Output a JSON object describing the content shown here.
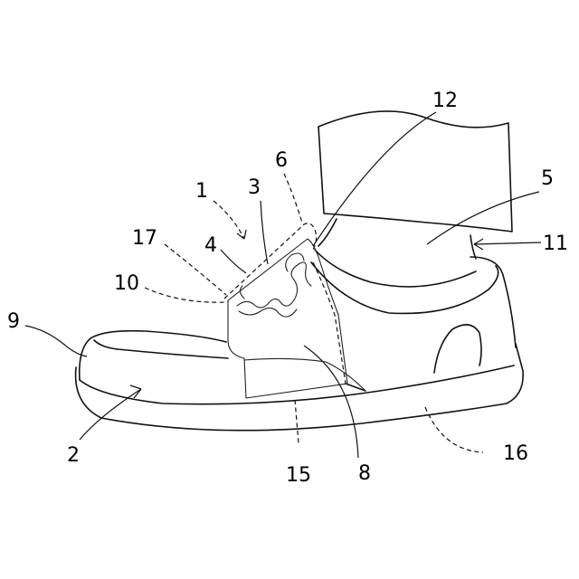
{
  "refs": [
    {
      "id": "r1",
      "text": "1"
    },
    {
      "id": "r2",
      "text": "2"
    },
    {
      "id": "r3",
      "text": "3"
    },
    {
      "id": "r4",
      "text": "4"
    },
    {
      "id": "r5",
      "text": "5"
    },
    {
      "id": "r6",
      "text": "6"
    },
    {
      "id": "r8",
      "text": "8"
    },
    {
      "id": "r9",
      "text": "9"
    },
    {
      "id": "r10",
      "text": "10"
    },
    {
      "id": "r11",
      "text": "11"
    },
    {
      "id": "r12",
      "text": "12"
    },
    {
      "id": "r15",
      "text": "15"
    },
    {
      "id": "r16",
      "text": "16"
    },
    {
      "id": "r17",
      "text": "17"
    }
  ]
}
